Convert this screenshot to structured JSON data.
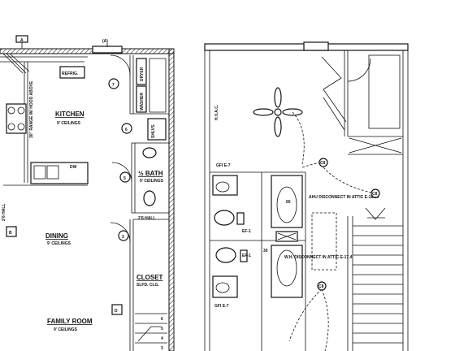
{
  "left_plan": {
    "rooms": {
      "kitchen": {
        "name": "KITCHEN",
        "ceiling": "9' CEILINGS"
      },
      "bath": {
        "name": "½ BATH",
        "ceiling": "9' CEILINGS"
      },
      "dining": {
        "name": "DINING",
        "ceiling": "9' CEILINGS"
      },
      "closet": {
        "name": "CLOSET",
        "note": "SLFD. CLG."
      },
      "family_room": {
        "name": "FAMILY ROOM",
        "ceiling": "9' CEILINGS"
      }
    },
    "appliances": {
      "refrigerator": "REFRIG.",
      "dryer": "DRYER",
      "washer": "WASHER",
      "range": "30\" RANGE W/ HOOD ABOVE",
      "dishwasher": "DW",
      "shelves": "SHLVS.",
      "hall_rotated": "2'6 HALL",
      "hall_bath": "2'6 HALL"
    },
    "section_markers": {
      "top_left": "A",
      "top_center": "(A)",
      "left": "B",
      "bottom": "D"
    },
    "door_tags": [
      "7",
      "6",
      "5",
      "3"
    ],
    "stair_treads": [
      "6",
      "5",
      "4",
      "3"
    ]
  },
  "right_plan": {
    "panel_tag": "H.V.A.C.",
    "ahu_note": "AHU DISCONNECT IN ATTIC E-18.20",
    "ahu_breaker": "60",
    "wh_note": "W.H. DISCONNECT IN ATTIC E-17.4",
    "wh_breaker": "30",
    "gfi_top": "GFI E-7",
    "gfi_bottom": "GFI E-7",
    "exhaust_fan_1": "EF-1",
    "exhaust_fan_2": "EF-1",
    "circuit_labels": [
      "C8",
      "C8",
      "C8"
    ]
  }
}
